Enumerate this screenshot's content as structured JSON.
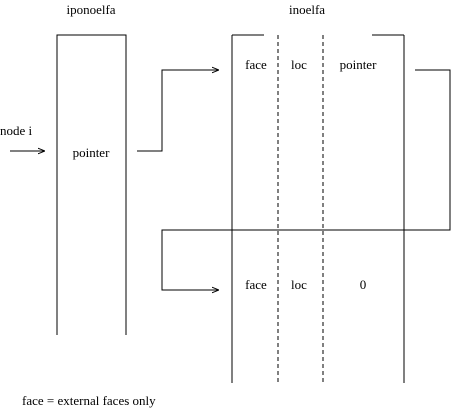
{
  "left_array": {
    "title": "iponoelfa",
    "cell_label": "pointer"
  },
  "node_label": "node i",
  "right_array": {
    "title": "inoelfa",
    "row1": {
      "face": "face",
      "loc": "loc",
      "pointer": "pointer"
    },
    "row2": {
      "face": "face",
      "loc": "loc",
      "pointer": "0"
    }
  },
  "footnote": "face = external faces only"
}
